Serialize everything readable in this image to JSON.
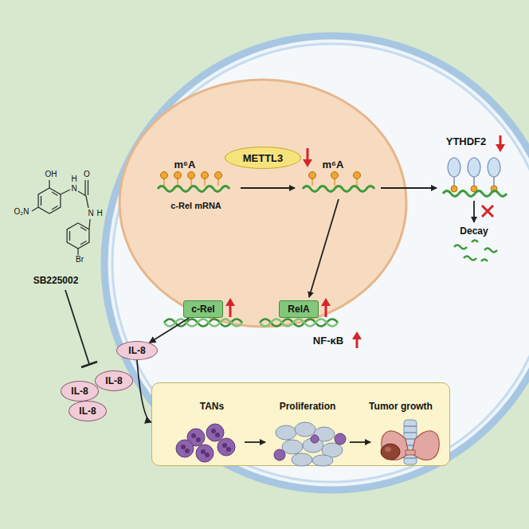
{
  "diagram": {
    "nodes": [
      {
        "text": [
          "METTL3"
        ]
      },
      {
        "text": [
          "c-Rel"
        ]
      },
      {
        "text": [
          "RelA"
        ]
      },
      {
        "text": [
          "IL-8"
        ]
      },
      {
        "text": [
          "IL-8"
        ]
      },
      {
        "text": [
          "IL-8"
        ]
      },
      {
        "text": [
          "IL-8"
        ]
      },
      {
        "text": [
          "TANs",
          "Proliferation",
          "Tumor growth"
        ]
      }
    ],
    "edges": [
      {
        "from": 1,
        "to": 3,
        "arrow": "to"
      },
      {
        "from": 3,
        "to": 7,
        "arrow": "to"
      }
    ],
    "labels": [
      "OH",
      "H",
      "N",
      "O",
      "N",
      "H",
      "O₂N",
      "Br",
      "SB225002",
      "m⁶A",
      "c-Rel mRNA",
      "m⁶A",
      "YTHDF2",
      "Decay",
      "NF-κB"
    ]
  }
}
